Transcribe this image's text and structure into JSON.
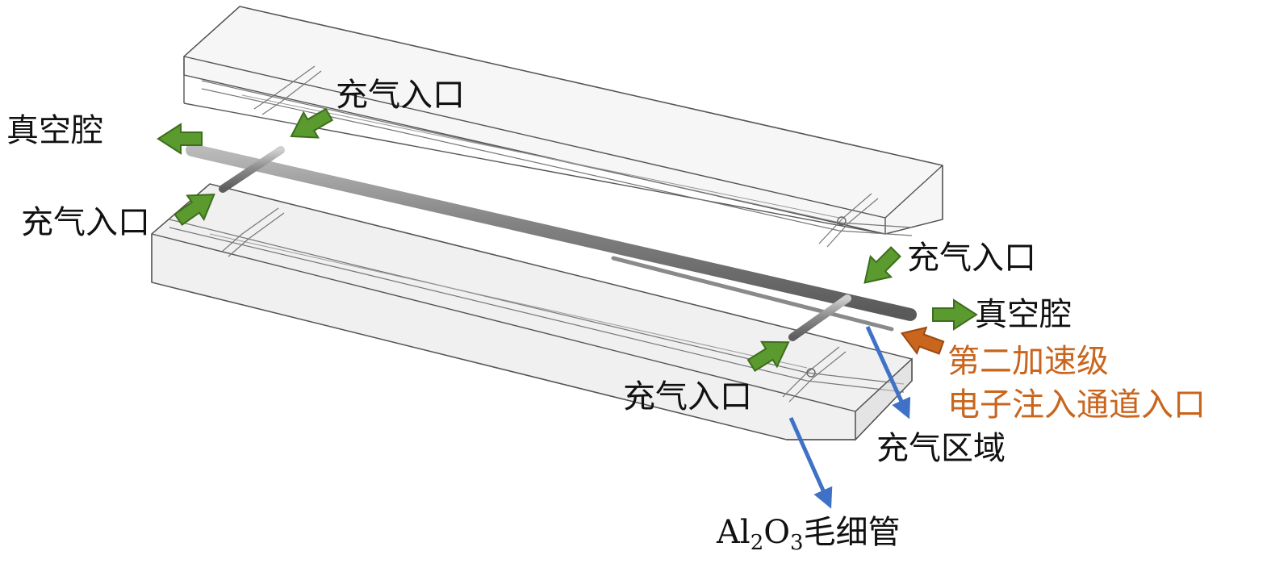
{
  "colors": {
    "inlet_arrow": "#5b9a2e",
    "inlet_arrow_stroke": "#3d6e1d",
    "injection_arrow": "#c9651c",
    "pointer_line": "#3f72c6",
    "injection_text": "#c9651c",
    "block_fill": "#e9e9e9",
    "block_edge": "#555555",
    "tube": "#8e8e8e"
  },
  "labels": {
    "vacuum_left": "真空腔",
    "vacuum_right": "真空腔",
    "inlet_top": "充气入口",
    "inlet_left": "充气入口",
    "inlet_right": "充气入口",
    "inlet_bottom": "充气入口",
    "injection_line1": "第二加速级",
    "injection_line2": "电子注入通道入口",
    "fill_region": "充气区域",
    "capillary_prefix": "Al",
    "capillary_sub1": "2",
    "capillary_mid": "O",
    "capillary_sub2": "3",
    "capillary_suffix": "毛细管"
  },
  "icons": {
    "inlet": "green-block-arrow-icon",
    "vacuum": "green-block-arrow-icon",
    "injection": "orange-block-arrow-icon",
    "pointer": "blue-pointer-arrow-icon"
  }
}
